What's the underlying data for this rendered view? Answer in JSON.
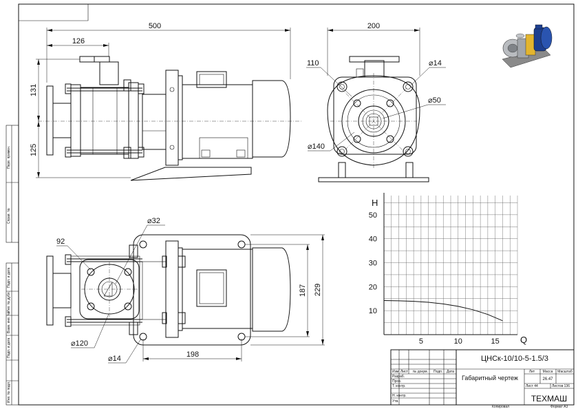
{
  "drawing": {
    "side_view_dims": {
      "overall_length": "500",
      "flange_offset": "126",
      "height_upper": "131",
      "height_lower": "125"
    },
    "front_view_dims": {
      "width": "200",
      "bolt_pitch": "110",
      "bolt_hole": "14",
      "shaft_dia": "50",
      "flange_dia": "140"
    },
    "top_view_dims": {
      "flange_bolt_pitch": "92",
      "inlet_dia": "32",
      "flange_dia": "120",
      "mount_hole": "14",
      "base_width": "198",
      "height_inner": "187",
      "height_outer": "229"
    },
    "dia_symbol": "⌀"
  },
  "chart_data": {
    "type": "line",
    "ylabel": "H",
    "xlabel": "Q",
    "xlim": [
      0,
      18
    ],
    "ylim": [
      0,
      58
    ],
    "x_ticks": [
      5,
      10,
      15
    ],
    "y_ticks": [
      10,
      20,
      30,
      40,
      50
    ],
    "grid": true,
    "series": [
      {
        "x": [
          0,
          2,
          4,
          6,
          8,
          10,
          12,
          14,
          16
        ],
        "y": [
          14.2,
          14.1,
          13.9,
          13.5,
          12.8,
          11.8,
          10.4,
          8.4,
          5.8
        ]
      }
    ]
  },
  "title_block": {
    "designation": "ЦНСк-10/10-5-1.5/3",
    "document_title": "Габаритный чертеж",
    "company": "ТЕХМАШ",
    "mass_value": "26.47",
    "col_lit": "Лит",
    "col_mass": "Масса",
    "col_scale": "Масштаб",
    "sheet": "Лист 44",
    "sheets": "Листов 136",
    "headers": [
      "Изм",
      "Лист",
      "№ докум.",
      "Подп.",
      "Дата"
    ],
    "roles": [
      "Разраб.",
      "Пров.",
      "Т. контр.",
      "",
      "Н. контр.",
      "Утв."
    ],
    "copied": "Копировал",
    "format": "Формат A3"
  },
  "side_stamps": [
    "Перв. примен.",
    "Справ. №",
    "Подп. и дата",
    "Инв. № дубл.",
    "Взам. инв. №",
    "Подп. и дата",
    "Инв. № подл."
  ]
}
